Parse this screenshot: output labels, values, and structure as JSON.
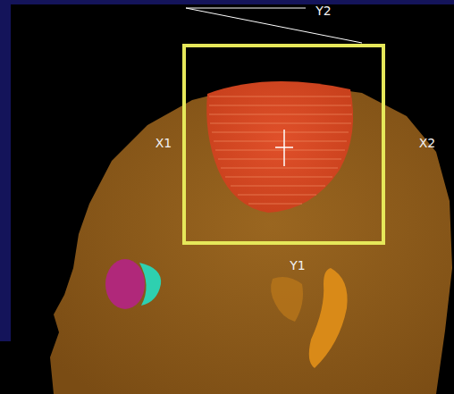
{
  "diagram": {
    "labels": [
      "Y2",
      "X1",
      "X2",
      "Y1"
    ]
  }
}
